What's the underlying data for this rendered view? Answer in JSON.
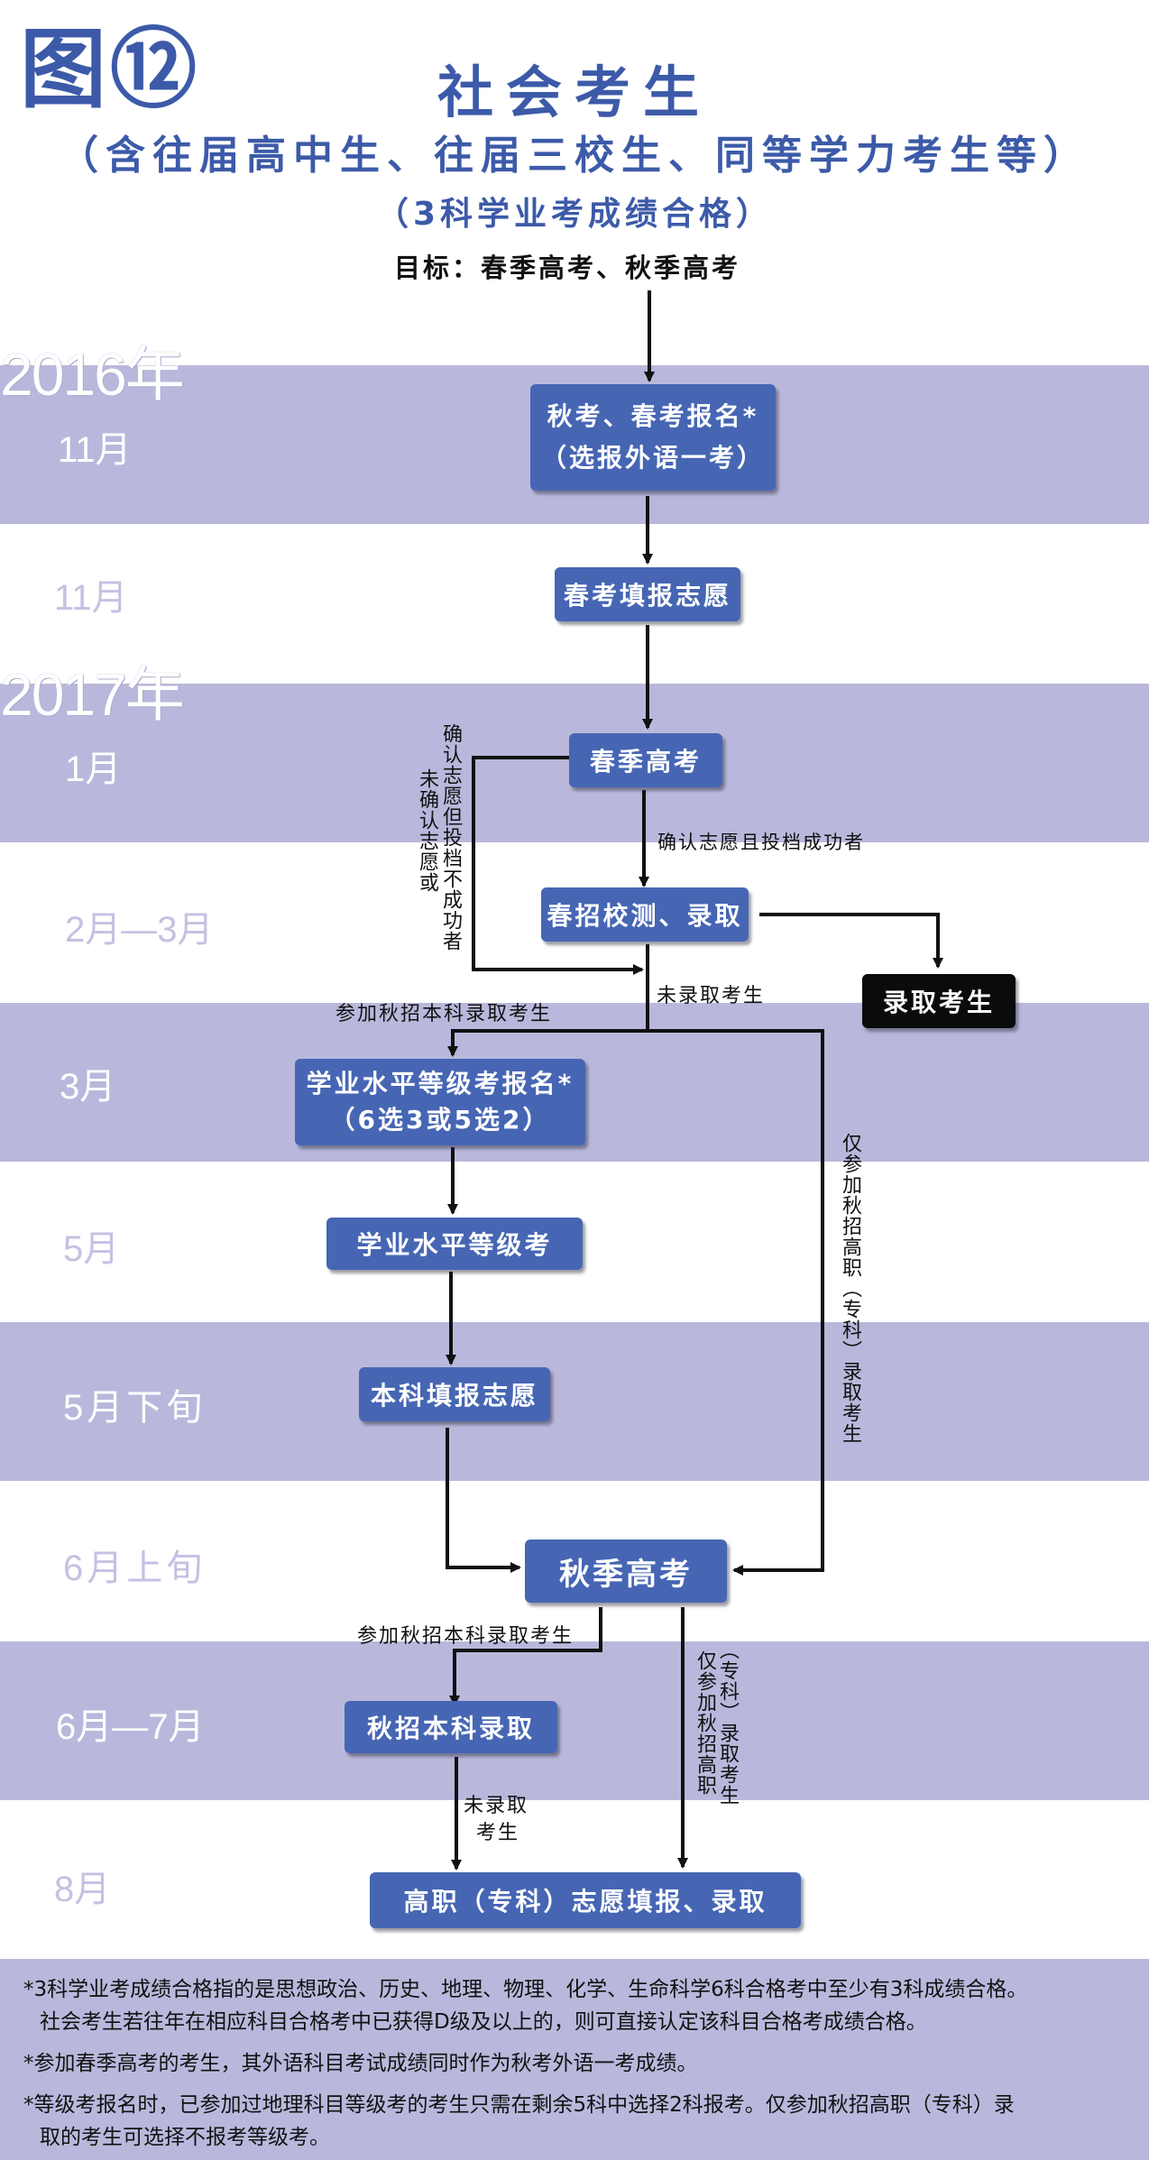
{
  "figure_label": "图⑫",
  "header": {
    "title": "社会考生",
    "subtitle": "（含往届高中生、往届三校生、同等学力考生等）",
    "condition": "（3科学业考成绩合格）",
    "goal": "目标：春季高考、秋季高考"
  },
  "years": [
    "2016年",
    "2017年"
  ],
  "months": [
    "11月",
    "11月",
    "1月",
    "2月—3月",
    "3月",
    "5月",
    "5月下旬",
    "6月上旬",
    "6月—7月",
    "8月"
  ],
  "nodes": {
    "register_line1": "秋考、春考报名*",
    "register_line2": "（选报外语一考）",
    "spring_apply": "春考填报志愿",
    "spring_exam": "春季高考",
    "spring_admit": "春招校测、录取",
    "admitted": "录取考生",
    "level_register_line1": "学业水平等级考报名*",
    "level_register_line2": "（6选3或5选2）",
    "level_exam": "学业水平等级考",
    "bachelor_apply": "本科填报志愿",
    "autumn_exam": "秋季高考",
    "autumn_bachelor_admit": "秋招本科录取",
    "vocational_admit": "高职（专科）志愿填报、录取"
  },
  "labels": {
    "confirmed_success": "确认志愿且投档成功者",
    "confirmed_fail": "确认志愿但投档不成功者",
    "not_confirmed": "未确认志愿或",
    "not_admitted": "未录取考生",
    "autumn_bachelor": "参加秋招本科录取考生",
    "only_vocational_right": "仅参加秋招高职（专科）录取考生",
    "autumn_bachelor_2": "参加秋招本科录取考生",
    "not_admitted_2_line1": "未录取",
    "not_admitted_2_line2": "考生",
    "only_vocational_col1": "仅参加秋招高职",
    "only_vocational_col2": "（专科）录取考生"
  },
  "notes": [
    "*3科学业考成绩合格指的是思想政治、历史、地理、物理、化学、生命科学6科合格考中至少有3科成绩合格。",
    "社会考生若往年在相应科目合格考中已获得D级及以上的，则可直接认定该科目合格考成绩合格。",
    "*参加春季高考的考生，其外语科目考试成绩同时作为秋考外语一考成绩。",
    "*等级考报名时，已参加过地理科目等级考的考生只需在剩余5科中选择2科报考。仅参加秋招高职（专科）录",
    "取的考生可选择不报考等级考。"
  ],
  "colors": {
    "band": "#b9b8dc",
    "node": "#4666b4",
    "title": "#3c5aa8",
    "admitted_node": "#0b0b0b"
  }
}
